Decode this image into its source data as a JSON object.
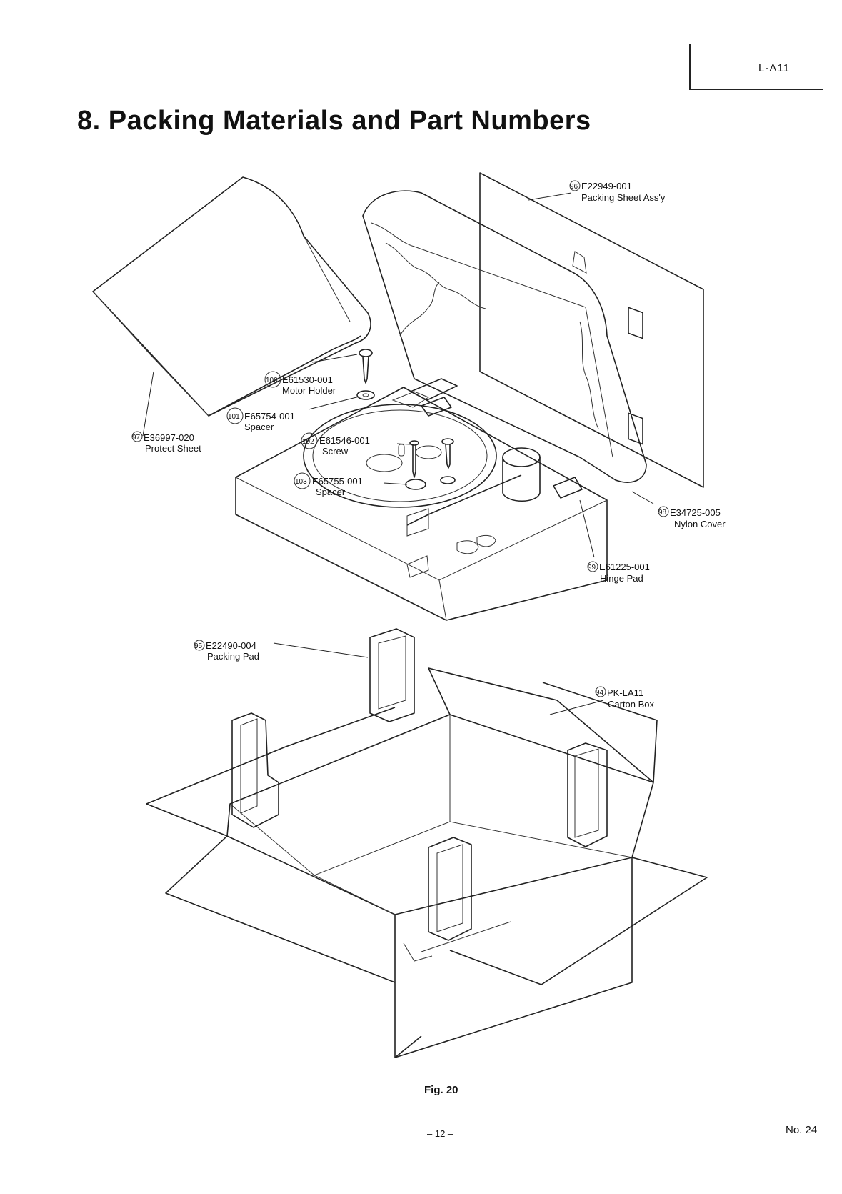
{
  "header": {
    "model_code": "L-A11"
  },
  "title": "8. Packing Materials and Part Numbers",
  "parts": [
    {
      "ref": "94",
      "part_no": "PK-LA11",
      "name": "Carton Box"
    },
    {
      "ref": "95",
      "part_no": "E22490-004",
      "name": "Packing Pad"
    },
    {
      "ref": "96",
      "part_no": "E22949-001",
      "name": "Packing Sheet Ass'y"
    },
    {
      "ref": "97",
      "part_no": "E36997-020",
      "name": "Protect Sheet"
    },
    {
      "ref": "98",
      "part_no": "E34725-005",
      "name": "Nylon Cover"
    },
    {
      "ref": "99",
      "part_no": "E61225-001",
      "name": "Hinge Pad"
    },
    {
      "ref": "100",
      "part_no": "E61530-001",
      "name": "Motor Holder"
    },
    {
      "ref": "101",
      "part_no": "E65754-001",
      "name": "Spacer"
    },
    {
      "ref": "102",
      "part_no": "E61546-001",
      "name": "Screw"
    },
    {
      "ref": "103",
      "part_no": "E65755-001",
      "name": "Spacer"
    }
  ],
  "figure_caption": "Fig. 20",
  "footer": {
    "page_number": "– 12 –",
    "doc_number": "No. 24"
  }
}
